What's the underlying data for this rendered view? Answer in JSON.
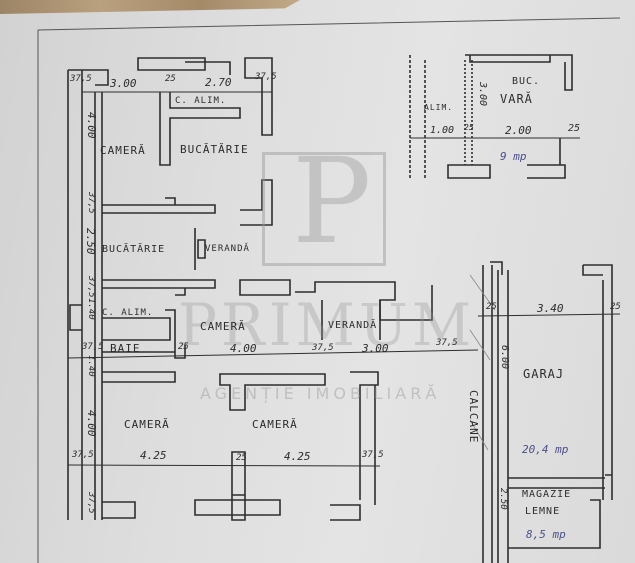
{
  "plan": {
    "rooms": [
      {
        "id": "camera_1",
        "label": "CAMERĂ"
      },
      {
        "id": "bucatarie_1",
        "label": "BUCĂTĂRIE"
      },
      {
        "id": "c_alim_1",
        "label": "C. ALIM."
      },
      {
        "id": "bucatarie_2",
        "label": "BUCĂTĂRIE"
      },
      {
        "id": "veranda_1",
        "label": "VERANDĂ"
      },
      {
        "id": "c_alim_2",
        "label": "C. ALIM."
      },
      {
        "id": "baie",
        "label": "BAIE"
      },
      {
        "id": "camera_2",
        "label": "CAMERĂ"
      },
      {
        "id": "veranda_2",
        "label": "VERANDĂ"
      },
      {
        "id": "camera_3",
        "label": "CAMERĂ"
      },
      {
        "id": "camera_4",
        "label": "CAMERĂ"
      },
      {
        "id": "alim",
        "label": "ALIM."
      },
      {
        "id": "bucatarie_vara",
        "label": "BUC. VARĂ",
        "line1": "BUC.",
        "line2": "VARĂ"
      },
      {
        "id": "garaj",
        "label": "GARAJ"
      },
      {
        "id": "magazie",
        "label": "MAGAZIE LEMNE",
        "line1": "MAGAZIE",
        "line2": "LEMNE"
      }
    ],
    "side_label": "CALCANE",
    "areas": {
      "bucatarie_vara": "9 mp",
      "garaj": "20,4 mp",
      "magazie": "8,5 mp"
    },
    "dimensions": {
      "top_row": [
        "37,5",
        "3.00",
        "25",
        "2.70",
        "37,5"
      ],
      "left_column": [
        "4.00",
        "37,5",
        "2.50",
        "37,5",
        "1.40",
        "37,5",
        "1.40",
        "4.00",
        "37,5"
      ],
      "middle_row": [
        "37,5",
        "25",
        "4.00",
        "37,5",
        "3.00",
        "37,5"
      ],
      "bottom_row": [
        "37,5",
        "4.25",
        "25",
        "4.25",
        "37,5"
      ],
      "summer_kitchen": [
        "1.00",
        "25",
        "2.00",
        "25",
        "3.00"
      ],
      "garage": [
        "25",
        "3.40",
        "25",
        "6.00"
      ],
      "shed": [
        "2.50"
      ]
    }
  },
  "watermark": {
    "logo_letter": "P",
    "brand": "PRIMUM",
    "subtitle": "AGENȚIE IMOBILIARĂ"
  }
}
